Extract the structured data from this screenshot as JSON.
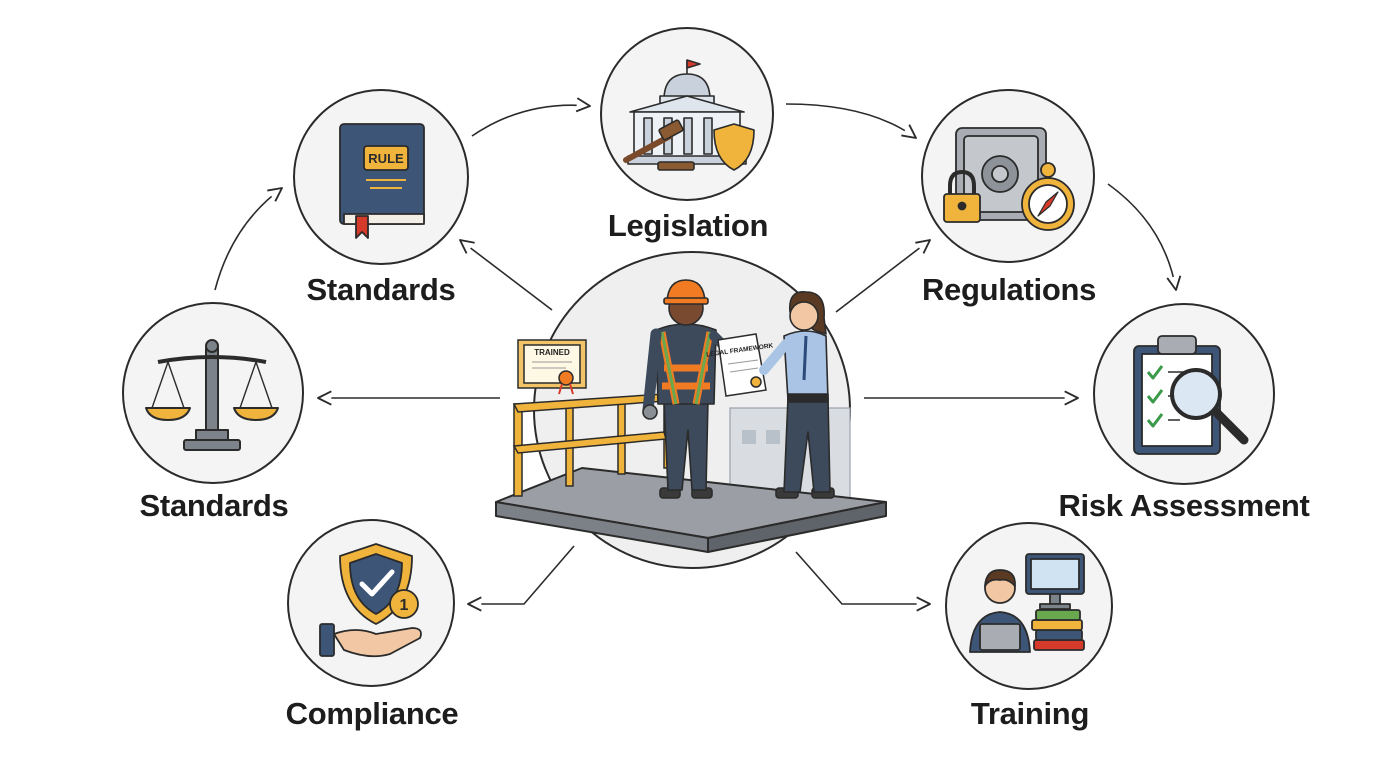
{
  "diagram": {
    "nodes": [
      {
        "id": "legislation",
        "label": "Legislation",
        "icon": "capitol-building-icon"
      },
      {
        "id": "standards-top",
        "label": "Standards",
        "icon": "rule-book-icon",
        "icon_text": "RULE"
      },
      {
        "id": "regulations",
        "label": "Regulations",
        "icon": "safe-compass-lock-icon"
      },
      {
        "id": "standards-left",
        "label": "Standards",
        "icon": "balance-scale-icon"
      },
      {
        "id": "risk-assessment",
        "label": "Risk Assessment",
        "icon": "clipboard-magnifier-icon"
      },
      {
        "id": "compliance",
        "label": "Compliance",
        "icon": "shield-hand-icon",
        "badge": "1"
      },
      {
        "id": "training",
        "label": "Training",
        "icon": "person-laptop-books-icon"
      }
    ],
    "center": {
      "icon": "worker-handover-scene",
      "certificate_text": "TRAINED",
      "document_text": "LEGAL FRAMEWORK"
    },
    "colors": {
      "line": "#2b2b2b",
      "circle_fill": "#f4f4f4",
      "gold": "#f0b43c",
      "navy": "#3d5577",
      "orange": "#f07b22"
    }
  }
}
